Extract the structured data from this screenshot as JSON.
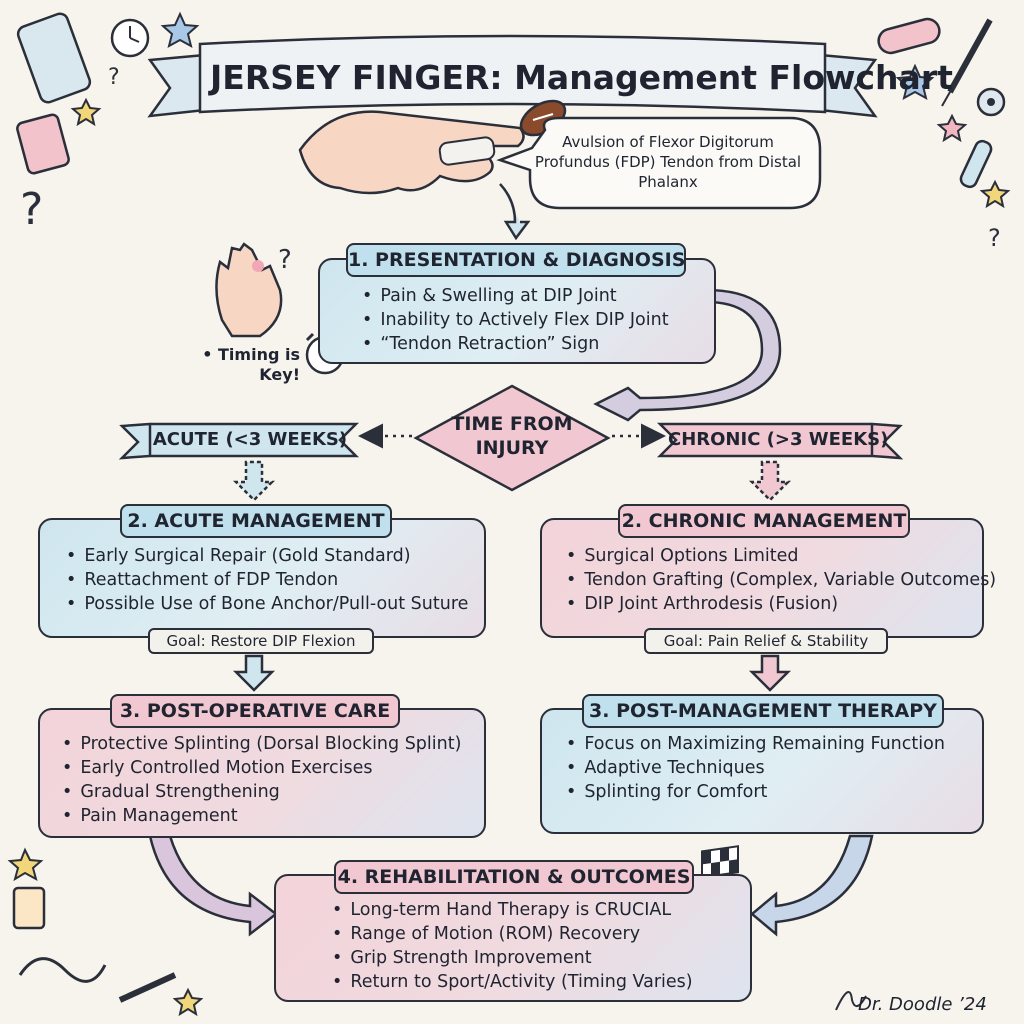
{
  "title": "JERSEY FINGER: Management Flowchart",
  "definition": "Avulsion of Flexor Digitorum Profundus (FDP) Tendon from Distal Phalanx",
  "presentation": {
    "heading": "1. PRESENTATION & DIAGNOSIS",
    "items": [
      "Pain & Swelling at DIP Joint",
      "Inability to Actively Flex DIP Joint",
      "“Tendon Retraction” Sign"
    ]
  },
  "timing_note": "• Timing is Key!",
  "decision": "TIME FROM INJURY",
  "acute_label": "ACUTE (<3 WEEKS)",
  "chronic_label": "CHRONIC (>3 WEEKS)",
  "acute": {
    "heading": "2. ACUTE MANAGEMENT",
    "items": [
      "Early Surgical Repair (Gold Standard)",
      "Reattachment of FDP Tendon",
      "Possible Use of Bone Anchor/Pull-out Suture"
    ],
    "goal": "Goal: Restore DIP Flexion"
  },
  "chronic": {
    "heading": "2. CHRONIC MANAGEMENT",
    "items": [
      "Surgical Options Limited",
      "Tendon Grafting (Complex, Variable Outcomes)",
      "DIP Joint Arthrodesis (Fusion)"
    ],
    "goal": "Goal: Pain Relief & Stability"
  },
  "postop": {
    "heading": "3. POST-OPERATIVE CARE",
    "items": [
      "Protective Splinting (Dorsal Blocking Splint)",
      "Early Controlled Motion Exercises",
      "Gradual Strengthening",
      "Pain Management"
    ]
  },
  "postmgmt": {
    "heading": "3. POST-MANAGEMENT THERAPY",
    "items": [
      "Focus on Maximizing Remaining Function",
      "Adaptive Techniques",
      "Splinting for Comfort"
    ]
  },
  "rehab": {
    "heading": "4. REHABILITATION & OUTCOMES",
    "items": [
      "Long-term Hand Therapy is CRUCIAL",
      "Range of Motion (ROM) Recovery",
      "Grip Strength Improvement",
      "Return to Sport/Activity (Timing Varies)"
    ]
  },
  "signature": "Dr. Doodle ’24",
  "colors": {
    "blue": "#cfe6ef",
    "pink": "#f2d3d9",
    "outline": "#2b2f3a",
    "background": "#f7f4ee"
  },
  "icons": [
    "hand-icon",
    "football-icon",
    "alarm-clock-icon",
    "scalpel-icon",
    "bone-icon",
    "screw-icon",
    "tendon-icon",
    "muscle-icon",
    "pill-bottle-icon",
    "glove-icon",
    "gears-icon",
    "handshake-icon",
    "ball-icon",
    "resistance-band-icon",
    "checkered-flag-icon",
    "star-icon",
    "question-icon"
  ]
}
